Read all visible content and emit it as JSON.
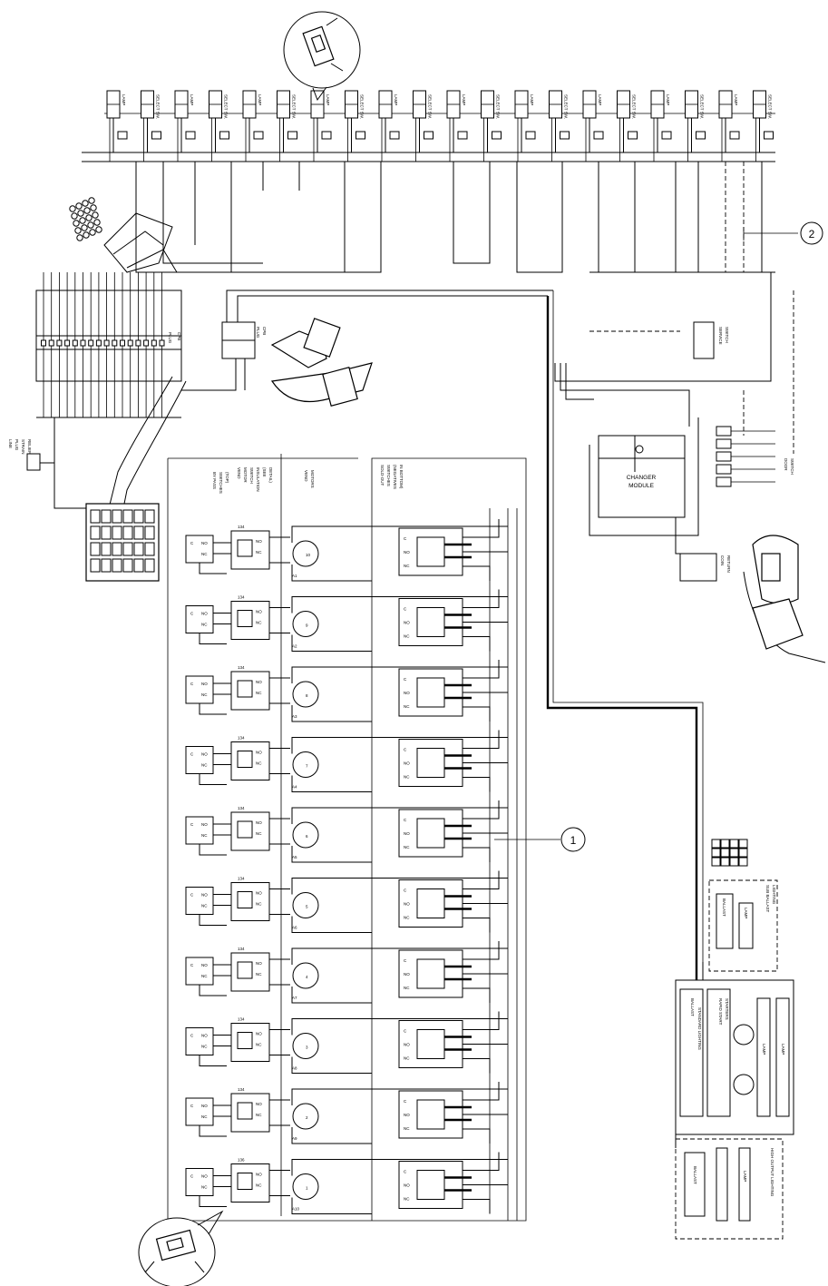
{
  "callouts": {
    "one": "1",
    "two": "2"
  },
  "top_connectors": {
    "labels": [
      "LAMP",
      "SELECT SW.",
      "LAMP",
      "SELECT SW.",
      "LAMP",
      "SELECT SW.",
      "LAMP",
      "SELECT SW.",
      "LAMP",
      "SELECT SW.",
      "LAMP",
      "SELECT SW.",
      "LAMP",
      "SELECT SW.",
      "LAMP",
      "SELECT SW.",
      "LAMP",
      "SELECT SW.",
      "LAMP",
      "SELECT SW."
    ]
  },
  "plugs": {
    "plug_a": "PLUG",
    "plug_a_sub": "CPB",
    "plug_b": "PLUG",
    "plug_b_sub": "CPB"
  },
  "line_plug": {
    "label1": "LINE",
    "label2": "PLUG",
    "label3": "STRAIN",
    "label4": "RELIEF"
  },
  "left_column_header": {
    "line1": "BY PASS",
    "line2": "SWITCHES",
    "line3": "(TOP)"
  },
  "mid_column_header": {
    "line1": "VEND",
    "line2": "MOTOR",
    "line3": "SWITCH",
    "line4": "INSULATION",
    "line5": "(SEE",
    "line6": "DETAIL)"
  },
  "motor_header": {
    "line1": "VEND",
    "line2": "MOTORS"
  },
  "right_column_header": {
    "line1": "SOLD-OUT",
    "line2": "SWITCHES",
    "line3": "(NEGATIVES",
    "line4": "IN BOTTOM)"
  },
  "changer": {
    "label1": "CHANGER",
    "label2": "MODULE"
  },
  "door": {
    "label1": "DOOR",
    "label2": "SWITCH"
  },
  "service": {
    "label1": "SERVICE",
    "label2": "SWITCH"
  },
  "coin_return": {
    "label1": "COIN",
    "label2": "RETURN"
  },
  "lighting": {
    "ballast": "BALLAST",
    "starter": "STARTERS",
    "lamp": "LAMP",
    "std_title": "STANDARD LIGHTING",
    "rapid": "RAPID START",
    "ho_title": "HIGH OUTPUT LIGHTING",
    "sub_title": "SUB BALLAST",
    "sub_sub": "LIGHTING"
  },
  "row_numbers": [
    "1",
    "2",
    "3",
    "4",
    "5",
    "6",
    "7",
    "8",
    "9",
    "10"
  ],
  "wire_codes": {
    "tops": [
      "134",
      "134",
      "134",
      "134",
      "134",
      "134",
      "134",
      "134",
      "134",
      "136"
    ],
    "mids": [
      "A1",
      "A2",
      "A3",
      "A4",
      "A5",
      "A6",
      "A7",
      "A8",
      "A9",
      "A10"
    ]
  },
  "contacts": {
    "c": "C",
    "no": "NO",
    "nc": "NC"
  }
}
